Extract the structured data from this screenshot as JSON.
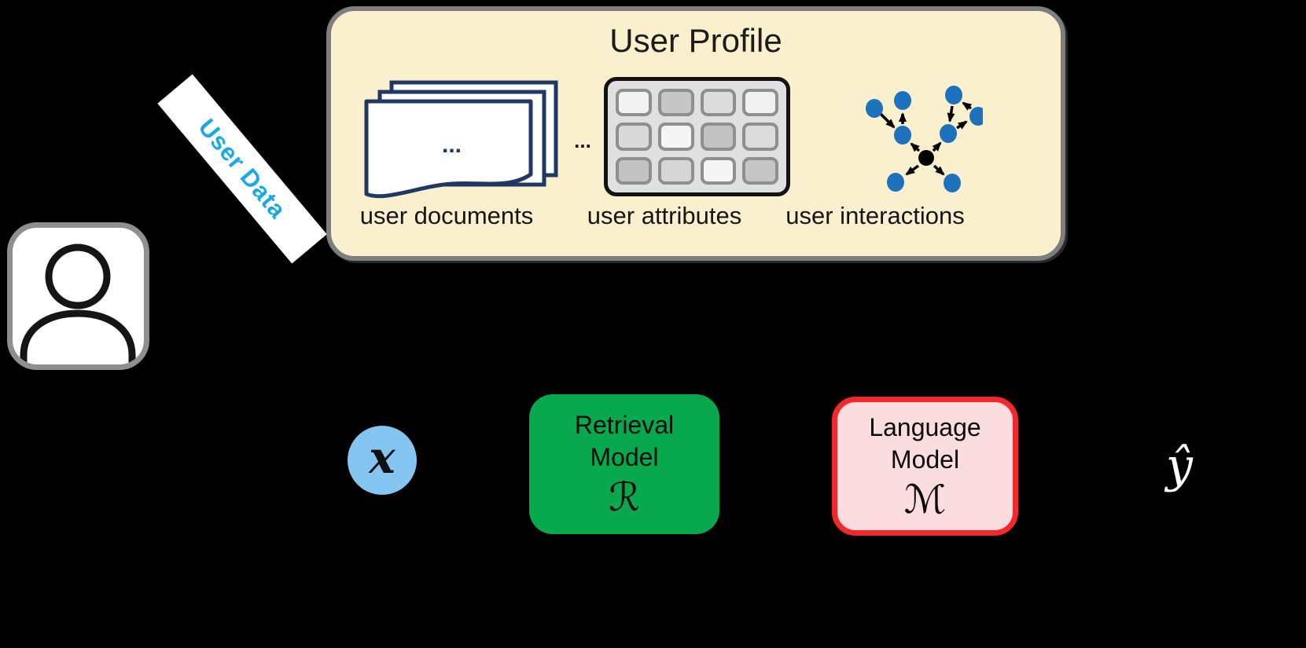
{
  "background": "#000000",
  "user_data": {
    "label": "User Data",
    "text_color": "#1BA7E9"
  },
  "user_profile": {
    "title": "User Profile",
    "panel_bg": "#FBF0CE",
    "panel_border": "#7E7E7E",
    "documents": {
      "label": "user documents",
      "page_ellipsis": "...",
      "border_color": "#1F3864"
    },
    "separator": "...",
    "attributes": {
      "label": "user attributes",
      "cell_colors": [
        [
          "#F2F2F2",
          "#C6C6C6",
          "#DCDCDC",
          "#F0F0F0"
        ],
        [
          "#D9D9D9",
          "#F5F5F5",
          "#C2C2C2",
          "#DCDCDC"
        ],
        [
          "#C2C2C2",
          "#D6D6D6",
          "#F5F5F5",
          "#C6C6C6"
        ]
      ]
    },
    "interactions": {
      "label": "user interactions",
      "node_color": "#1C72BD",
      "hub_color": "#000000"
    }
  },
  "pipeline": {
    "input": {
      "symbol": "x",
      "bg": "#84C5F1"
    },
    "retrieval_model": {
      "line1": "Retrieval",
      "line2": "Model",
      "symbol": "ℛ",
      "bg": "#08A94E"
    },
    "language_model": {
      "line1": "Language",
      "line2": "Model",
      "symbol": "ℳ",
      "bg": "#FBDCDF",
      "border": "#F3282B"
    },
    "output": {
      "symbol": "ŷ",
      "color": "#FFFFFF"
    }
  }
}
